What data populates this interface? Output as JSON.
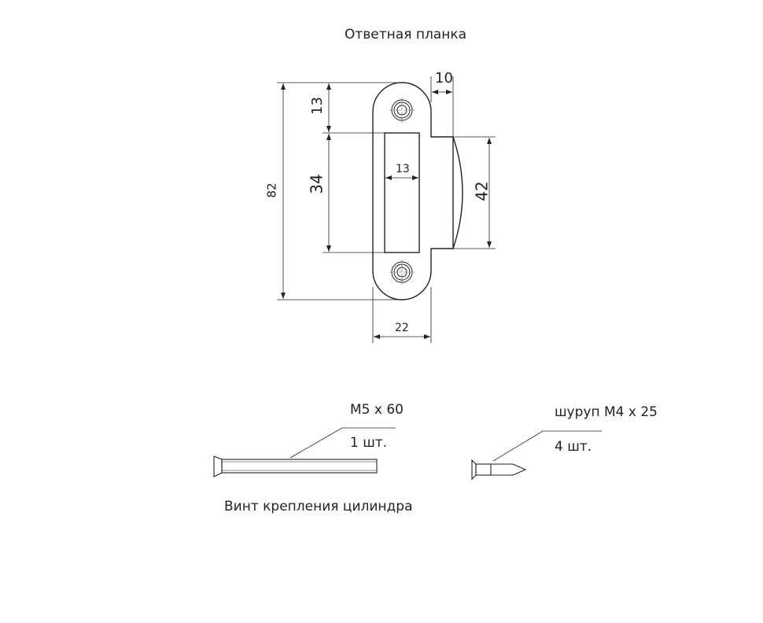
{
  "title": "Ответная планка",
  "dimensions": {
    "total_height": "82",
    "top_offset": "13",
    "slot_height": "34",
    "slot_width": "13",
    "lip_height": "42",
    "lip_depth": "10",
    "plate_width": "22"
  },
  "cylinder_screw": {
    "size": "M5 x 60",
    "qty": "1 шт.",
    "caption": "Винт крепления цилиндра"
  },
  "wood_screw": {
    "size": "шуруп M4 x 25",
    "qty": "4 шт."
  },
  "colors": {
    "line": "#222222"
  }
}
